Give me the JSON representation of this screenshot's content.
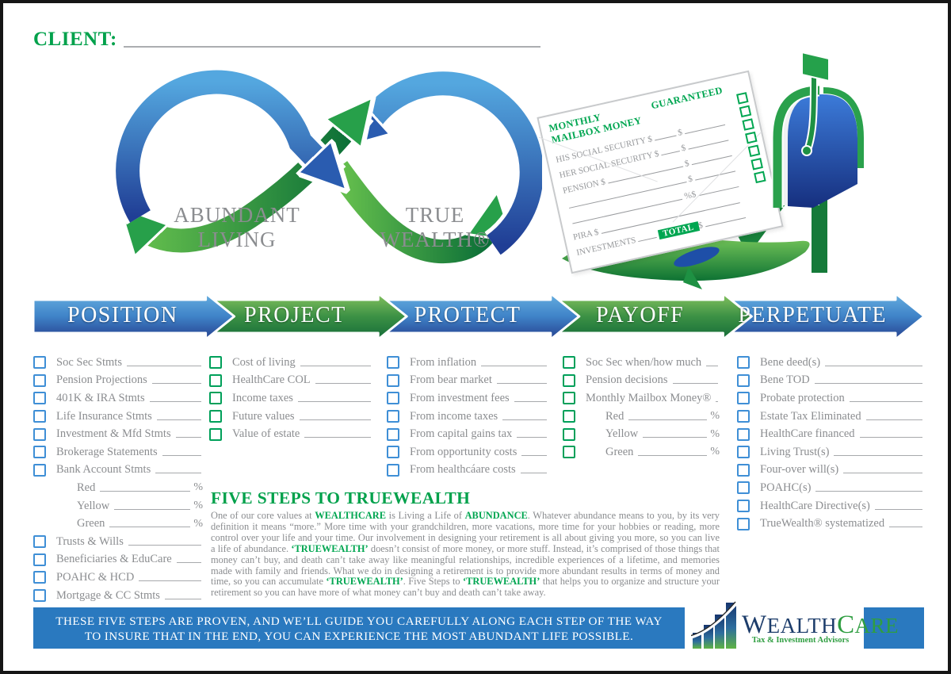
{
  "client_label": "CLIENT:",
  "infinity": {
    "left_line1": "ABUNDANT",
    "left_line2": "LIVING",
    "right_line1": "TRUE",
    "right_line2": "WEALTH®"
  },
  "envelope": {
    "title": "MONTHLY MAILBOX MONEY",
    "guaranteed": "GUARANTEED",
    "checkbox_count": 7,
    "rows": [
      {
        "label": "HIS SOCIAL SECURITY $",
        "mid": "$",
        "short": true
      },
      {
        "label": "HER SOCIAL SECURITY $",
        "mid": "$",
        "short": true
      },
      {
        "label": "PENSION $",
        "mid": "$",
        "short": true
      },
      {
        "label": "",
        "mid": "$",
        "short": true
      },
      {
        "label": "",
        "mid": "%$",
        "short": true
      },
      {
        "label": "PIRA $",
        "mid": "",
        "short": false
      },
      {
        "label": "INVESTMENTS",
        "badge": "TOTAL",
        "mid": "$",
        "short": true
      }
    ]
  },
  "steps": [
    {
      "label": "POSITION",
      "color": "blue"
    },
    {
      "label": "PROJECT",
      "color": "green"
    },
    {
      "label": "PROTECT",
      "color": "blue"
    },
    {
      "label": "PAYOFF",
      "color": "green"
    },
    {
      "label": "PERPETUATE",
      "color": "blue"
    }
  ],
  "percent_sign": "%",
  "checklists": [
    {
      "id": "position",
      "box_color": "blue",
      "items": [
        {
          "label": "Soc Sec Stmts",
          "box": true
        },
        {
          "label": "Pension Projections",
          "box": true
        },
        {
          "label": "401K & IRA Stmts",
          "box": true
        },
        {
          "label": "Life Insurance Stmts",
          "box": true
        },
        {
          "label": "Investment & Mfd Stmts",
          "box": true
        },
        {
          "label": "Brokerage Statements",
          "box": true
        },
        {
          "label": "Bank Account Stmts",
          "box": true
        },
        {
          "label": "Red",
          "box": false,
          "indent": true,
          "pct": true
        },
        {
          "label": "Yellow",
          "box": false,
          "indent": true,
          "pct": true
        },
        {
          "label": "Green",
          "box": false,
          "indent": true,
          "pct": true
        },
        {
          "label": "Trusts  &  Wills",
          "box": true
        },
        {
          "label": "Beneficiaries & EduCare",
          "box": true
        },
        {
          "label": "POAHC & HCD",
          "box": true
        },
        {
          "label": "Mortgage & CC Stmts",
          "box": true
        }
      ]
    },
    {
      "id": "project",
      "box_color": "green",
      "items": [
        {
          "label": "Cost of living",
          "box": true
        },
        {
          "label": "HealthCare COL",
          "box": true
        },
        {
          "label": "Income taxes",
          "box": true
        },
        {
          "label": "Future values",
          "box": true
        },
        {
          "label": "Value of estate",
          "box": true
        }
      ]
    },
    {
      "id": "protect",
      "box_color": "blue",
      "items": [
        {
          "label": "From inflation",
          "box": true
        },
        {
          "label": "From bear market",
          "box": true
        },
        {
          "label": "From investment fees",
          "box": true
        },
        {
          "label": "From income taxes",
          "box": true
        },
        {
          "label": "From capital gains tax",
          "box": true
        },
        {
          "label": "From opportunity costs",
          "box": true
        },
        {
          "label": "From healthcáare costs",
          "box": true
        }
      ]
    },
    {
      "id": "payoff",
      "box_color": "green",
      "items": [
        {
          "label": "Soc Sec when/how much",
          "box": true
        },
        {
          "label": "Pension decisions",
          "box": true
        },
        {
          "label": "Monthly Mailbox Money®",
          "box": true
        },
        {
          "label": "Red",
          "box": true,
          "indent": true,
          "pct": true
        },
        {
          "label": "Yellow",
          "box": true,
          "indent": true,
          "pct": true
        },
        {
          "label": "Green",
          "box": true,
          "indent": true,
          "pct": true
        }
      ]
    },
    {
      "id": "perpetuate",
      "box_color": "blue",
      "items": [
        {
          "label": "Bene deed(s)",
          "box": true
        },
        {
          "label": "Bene TOD",
          "box": true
        },
        {
          "label": "Probate protection",
          "box": true
        },
        {
          "label": "Estate Tax Eliminated",
          "box": true
        },
        {
          "label": "HealthCare financed",
          "box": true
        },
        {
          "label": "Living Trust(s)",
          "box": true
        },
        {
          "label": "Four-over will(s)",
          "box": true
        },
        {
          "label": "POAHC(s)",
          "box": true
        },
        {
          "label": "HealthCare Directive(s)",
          "box": true
        },
        {
          "label": "TrueWealth® systematized",
          "box": true
        }
      ]
    }
  ],
  "five_steps": {
    "heading": "FIVE STEPS TO TRUEWEALTH",
    "segments": [
      {
        "t": "One of our core values at "
      },
      {
        "t": "WEALTHCARE",
        "g": true
      },
      {
        "t": " is Living a Life of "
      },
      {
        "t": "ABUNDANCE",
        "g": true
      },
      {
        "t": ". Whatever abundance means to you, by its very definition it means “more.” More time with your grandchildren, more vacations, more time for your hobbies or reading, more control over your life and your time. Our involvement in designing your retirement is all about giving you more, so you can live a life of abundance. "
      },
      {
        "t": "‘TRUEWEALTH’",
        "g": true
      },
      {
        "t": " doesn’t consist of more money, or more stuff. Instead, it’s comprised of those things that money can’t buy, and death can’t take away like meaningful relationships, incredible experiences of a lifetime, and memories made with family and friends. What we do in designing a retirement is to provide more abundant results in terms of money and time, so you can accumulate "
      },
      {
        "t": "‘TRUEWEALTH’",
        "g": true
      },
      {
        "t": ". Five Steps to "
      },
      {
        "t": "‘TRUEWEALTH’",
        "g": true
      },
      {
        "t": " that helps you to organize and structure your retirement so you can have more of what money can’t buy and death can’t take away."
      }
    ]
  },
  "banner": {
    "line1": "THESE FIVE STEPS ARE PROVEN, AND WE’LL GUIDE YOU CAREFULLY ALONG EACH STEP OF THE WAY",
    "line2": "TO INSURE THAT IN THE END, YOU CAN EXPERIENCE THE MOST ABUNDANT LIFE POSSIBLE."
  },
  "logo": {
    "wealth": "WEALTH",
    "care": "CARE",
    "tagline": "Tax & Investment Advisors"
  },
  "colors": {
    "brand_green": "#00A14B",
    "arrow_blue_light": "#66AFE0",
    "arrow_blue_mid": "#3F83C8",
    "arrow_blue_dark": "#26418F",
    "arrow_green_light": "#86C35F",
    "arrow_green_mid": "#3C9145",
    "arrow_green_dark": "#156C38",
    "banner_blue": "#2A79BF",
    "checkbox_blue": "#3F8FD6",
    "checkbox_green": "#00A05A",
    "text_gray": "#8B8D90",
    "logo_navy": "#1D3D6B",
    "logo_green": "#2F9E41"
  }
}
